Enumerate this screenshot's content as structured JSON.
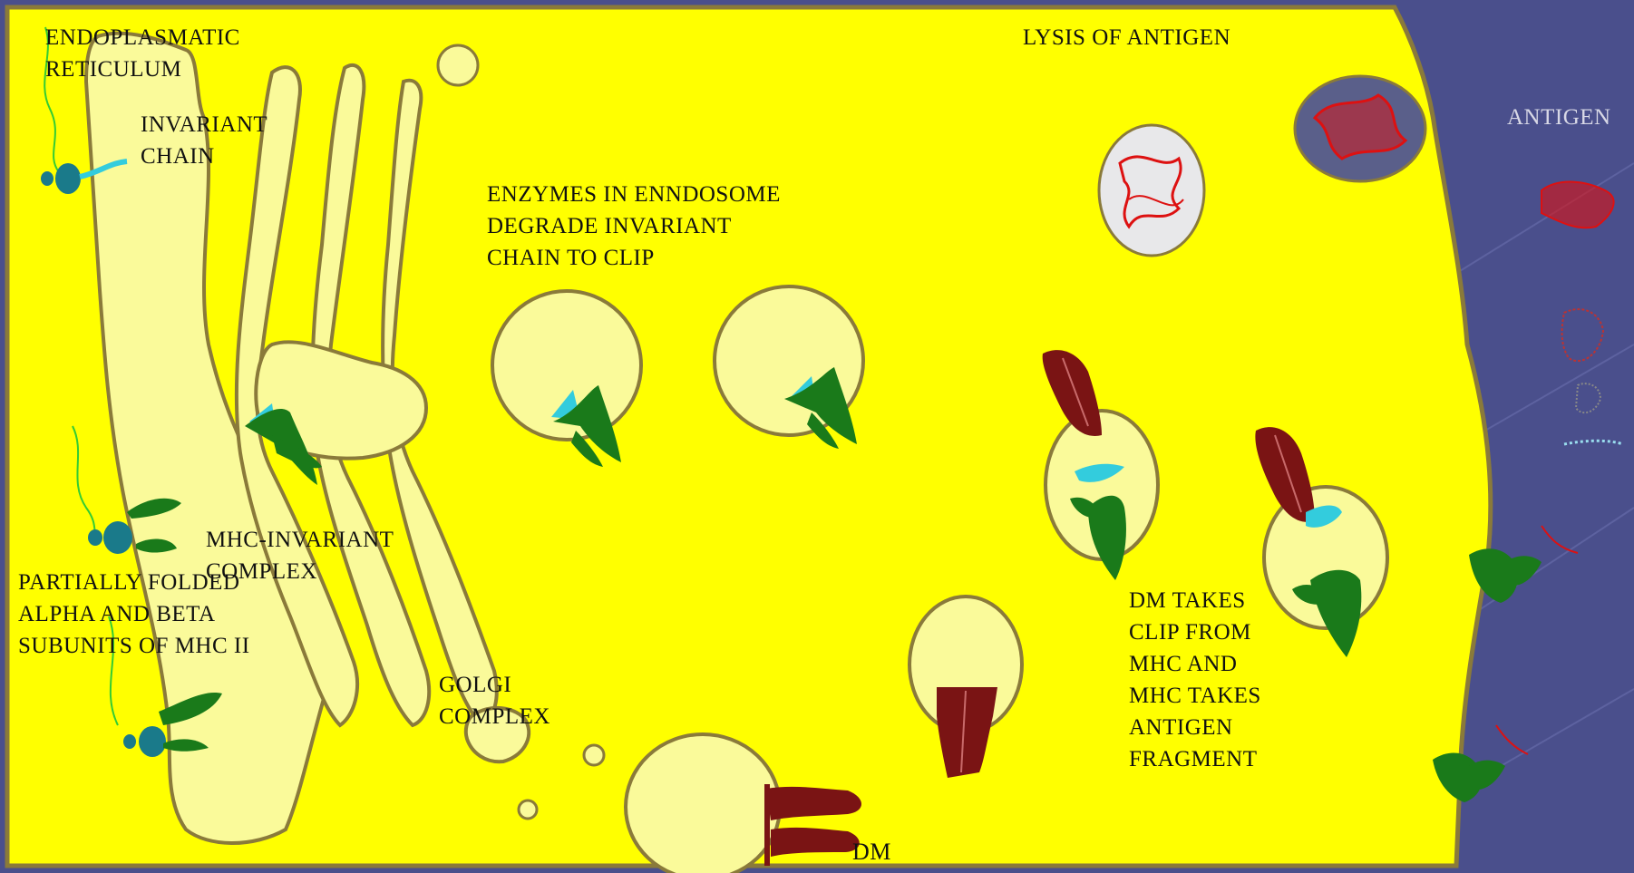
{
  "labels": {
    "endoplasmic_reticulum": "ENDOPLASMATIC\nRETICULUM",
    "invariant_chain": "INVARIANT\nCHAIN",
    "enzymes_in_endosome": "ENZYMES IN ENNDOSOME\nDEGRADE INVARIANT\nCHAIN TO CLIP",
    "lysis_of_antigen": "LYSIS OF ANTIGEN",
    "antigen": "ANTIGEN",
    "mhc_invariant_complex": "MHC-INVARIANT\nCOMPLEX",
    "partially_folded": "PARTIALLY FOLDED\nALPHA AND BETA\nSUBUNITS OF MHC II",
    "golgi_complex": "GOLGI\nCOMPLEX",
    "dm_takes_clip": "DM TAKES\nCLIP FROM\nMHC AND\nMHC TAKES\nANTIGEN\nFRAGMENT",
    "dm": "DM"
  },
  "colors": {
    "background_slide": "#4a4f8c",
    "cytoplasm": "#ffff00",
    "organelle_fill": "#fafa9a",
    "membrane_outline": "#8a7a3a",
    "mhc_green": "#1a7a1a",
    "invariant_cyan": "#33ccdd",
    "dm_maroon": "#7a1414",
    "antigen_red": "#dd1111",
    "ribosome_teal": "#1a7a8a"
  }
}
